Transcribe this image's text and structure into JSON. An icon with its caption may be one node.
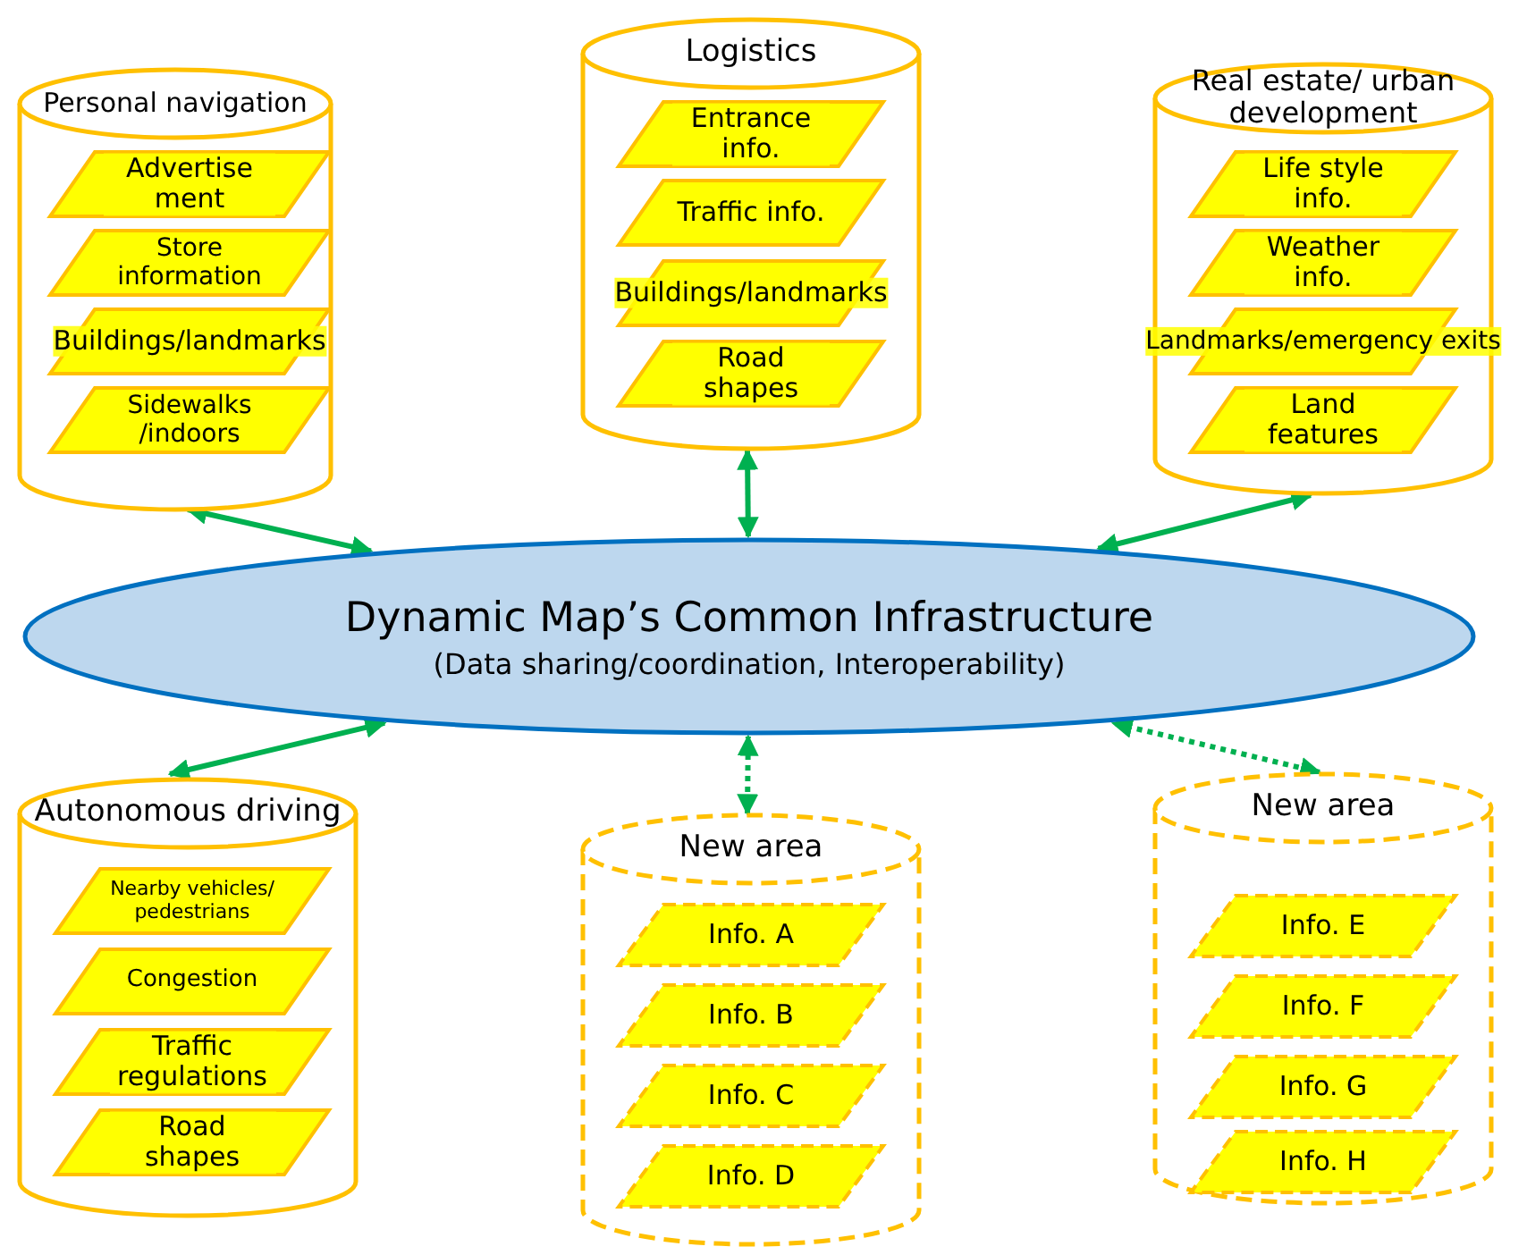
{
  "diagram": {
    "nodes": [
      {
        "text": [
          "Personal navigation"
        ]
      },
      {
        "text": [
          "Advertise ment"
        ],
        "in": 0
      },
      {
        "text": [
          "Store information"
        ],
        "in": 0
      },
      {
        "text": [
          "Buildings/landmarks"
        ],
        "in": 0
      },
      {
        "text": [
          "Sidewalks /indoors"
        ],
        "in": 0
      },
      {
        "text": [
          "Logistics"
        ]
      },
      {
        "text": [
          "Entrance info."
        ],
        "in": 5
      },
      {
        "text": [
          "Traffic info."
        ],
        "in": 5
      },
      {
        "text": [
          "Buildings/landmarks"
        ],
        "in": 5
      },
      {
        "text": [
          "Road shapes"
        ],
        "in": 5
      },
      {
        "text": [
          "Real estate/ urban development"
        ]
      },
      {
        "text": [
          "Life style info."
        ],
        "in": 10
      },
      {
        "text": [
          "Weather info."
        ],
        "in": 10
      },
      {
        "text": [
          "Landmarks/emergency exits"
        ],
        "in": 10
      },
      {
        "text": [
          "Land features"
        ],
        "in": 10
      },
      {
        "text": [
          "Dynamic Map’s Common Infrastructure",
          "(Data sharing/coordination, Interoperability)"
        ]
      },
      {
        "text": [
          "Autonomous driving"
        ]
      },
      {
        "text": [
          "Nearby vehicles/ pedestrians"
        ],
        "in": 16
      },
      {
        "text": [
          "Congestion"
        ],
        "in": 16
      },
      {
        "text": [
          "Traffic regulations"
        ],
        "in": 16
      },
      {
        "text": [
          "Road shapes"
        ],
        "in": 16
      },
      {
        "text": [
          "New area"
        ]
      },
      {
        "text": [
          "Info. A"
        ],
        "in": 21
      },
      {
        "text": [
          "Info. B"
        ],
        "in": 21
      },
      {
        "text": [
          "Info. C"
        ],
        "in": 21
      },
      {
        "text": [
          "Info. D"
        ],
        "in": 21
      },
      {
        "text": [
          "New area"
        ]
      },
      {
        "text": [
          "Info. E"
        ],
        "in": 26
      },
      {
        "text": [
          "Info. F"
        ],
        "in": 26
      },
      {
        "text": [
          "Info. G"
        ],
        "in": 26
      },
      {
        "text": [
          "Info. H"
        ],
        "in": 26
      }
    ],
    "edges": [
      {
        "from": 0,
        "to": 15,
        "arrow": "both"
      },
      {
        "from": 5,
        "to": 15,
        "arrow": "both"
      },
      {
        "from": 10,
        "to": 15,
        "arrow": "both"
      },
      {
        "from": 16,
        "to": 15,
        "arrow": "both"
      },
      {
        "from": 21,
        "to": 15,
        "arrow": "both",
        "style": "dashed"
      },
      {
        "from": 26,
        "to": 15,
        "arrow": "both",
        "style": "dashed"
      }
    ]
  }
}
